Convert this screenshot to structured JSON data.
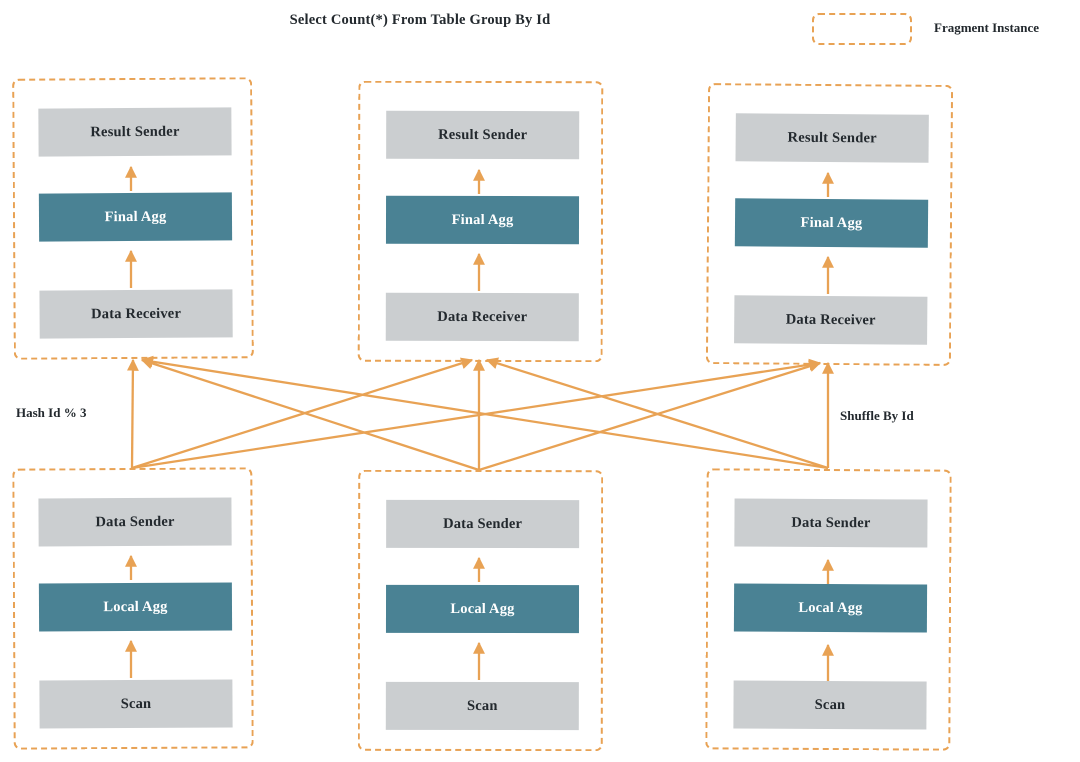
{
  "title": "Select Count(*) From Table Group By Id",
  "legend": {
    "swatch_name": "fragment-instance-swatch",
    "label": "Fragment Instance"
  },
  "colors": {
    "accent_orange": "#e8a254",
    "operator_gray": "#cbced0",
    "operator_teal": "#4a8294",
    "text": "#23292e",
    "background": "#ffffff"
  },
  "band_labels": {
    "left": "Hash Id % 3",
    "right": "Shuffle By Id"
  },
  "upper_fragments": [
    {
      "id": "upper-1",
      "operators": [
        {
          "label": "Result Sender",
          "style": "gray"
        },
        {
          "label": "Final Agg",
          "style": "teal"
        },
        {
          "label": "Data Receiver",
          "style": "gray"
        }
      ]
    },
    {
      "id": "upper-2",
      "operators": [
        {
          "label": "Result Sender",
          "style": "gray"
        },
        {
          "label": "Final Agg",
          "style": "teal"
        },
        {
          "label": "Data Receiver",
          "style": "gray"
        }
      ]
    },
    {
      "id": "upper-3",
      "operators": [
        {
          "label": "Result Sender",
          "style": "gray"
        },
        {
          "label": "Final Agg",
          "style": "teal"
        },
        {
          "label": "Data Receiver",
          "style": "gray"
        }
      ]
    }
  ],
  "lower_fragments": [
    {
      "id": "lower-1",
      "operators": [
        {
          "label": "Data Sender",
          "style": "gray"
        },
        {
          "label": "Local Agg",
          "style": "teal"
        },
        {
          "label": "Scan",
          "style": "gray"
        }
      ]
    },
    {
      "id": "lower-2",
      "operators": [
        {
          "label": "Data Sender",
          "style": "gray"
        },
        {
          "label": "Local Agg",
          "style": "teal"
        },
        {
          "label": "Scan",
          "style": "gray"
        }
      ]
    },
    {
      "id": "lower-3",
      "operators": [
        {
          "label": "Data Sender",
          "style": "gray"
        },
        {
          "label": "Local Agg",
          "style": "teal"
        },
        {
          "label": "Scan",
          "style": "gray"
        }
      ]
    }
  ],
  "shuffle": {
    "description": "all-to-all exchange from every lower fragment to every upper fragment",
    "edge_count": 9
  }
}
